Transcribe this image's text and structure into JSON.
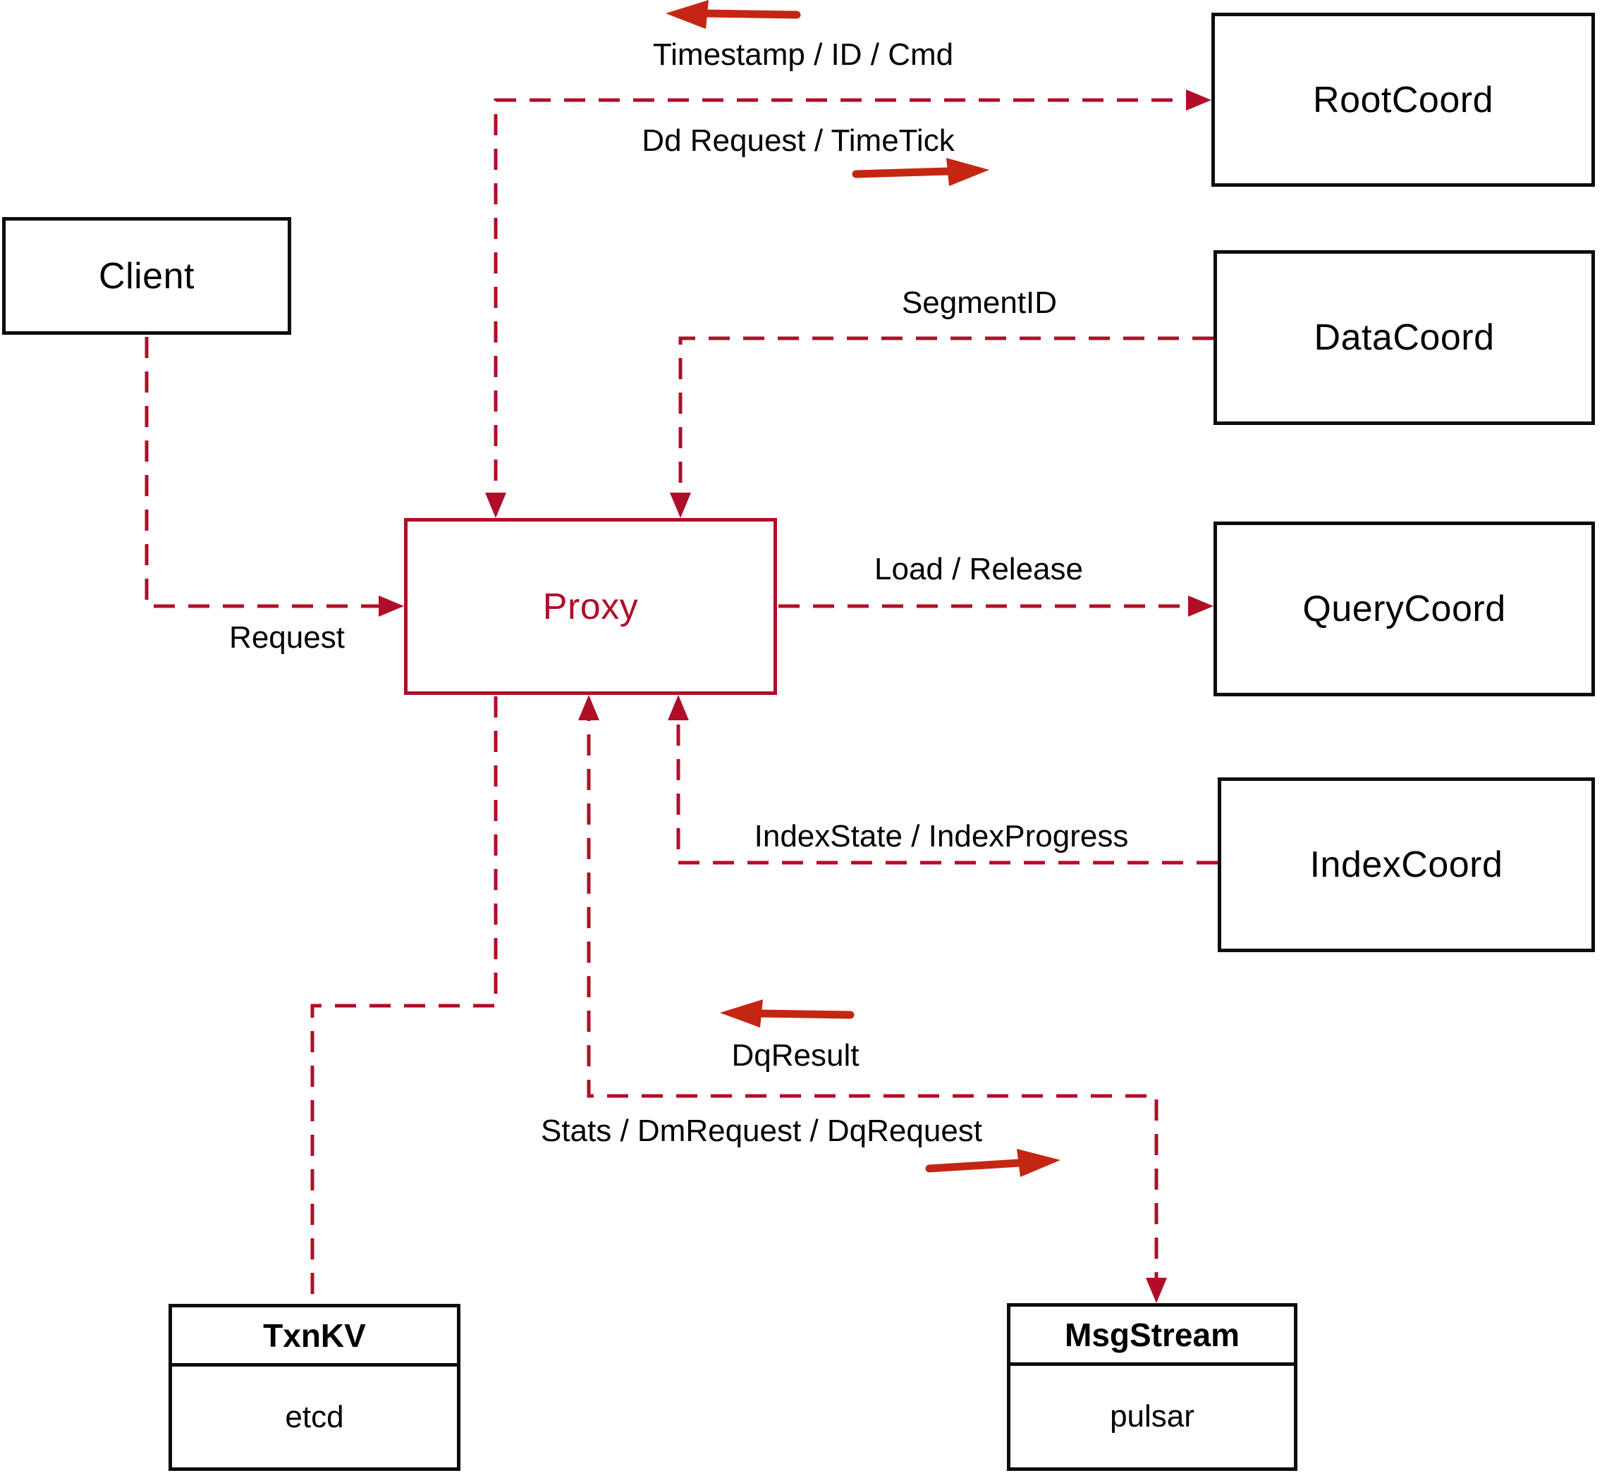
{
  "nodes": {
    "client": {
      "label": "Client"
    },
    "root_coord": {
      "label": "RootCoord"
    },
    "data_coord": {
      "label": "DataCoord"
    },
    "proxy": {
      "label": "Proxy"
    },
    "query_coord": {
      "label": "QueryCoord"
    },
    "index_coord": {
      "label": "IndexCoord"
    },
    "txn_kv": {
      "title": "TxnKV",
      "impl": "etcd"
    },
    "msg_stream": {
      "title": "MsgStream",
      "impl": "pulsar"
    }
  },
  "edge_labels": {
    "timestamp": "Timestamp / ID / Cmd",
    "dd_request": "Dd Request / TimeTick",
    "segment_id": "SegmentID",
    "request": "Request",
    "load_release": "Load / Release",
    "index_state": "IndexState / IndexProgress",
    "dq_result": "DqResult",
    "stats": "Stats / DmRequest / DqRequest"
  },
  "colors": {
    "connector_red": "#b00e28",
    "flow_arrow_red": "#c42613",
    "box_border_black": "#0d0d0d",
    "proxy_red": "#b00e28",
    "text_black": "#000000",
    "background": "#ffffff"
  }
}
